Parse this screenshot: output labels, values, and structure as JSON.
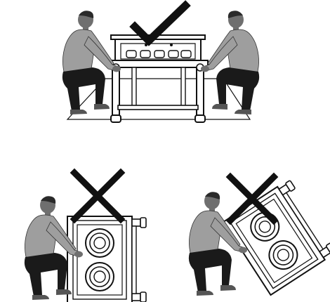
{
  "panels": [
    {
      "id": "correct",
      "verdict": "correct",
      "mark_icon": "checkmark-icon",
      "description_icon": "two-person-level-lift"
    },
    {
      "id": "wrong-vertical",
      "verdict": "incorrect",
      "mark_icon": "cross-icon",
      "description_icon": "unit-on-side-lift"
    },
    {
      "id": "wrong-tilted",
      "verdict": "incorrect",
      "mark_icon": "cross-icon",
      "description_icon": "unit-tilted-lift"
    }
  ],
  "colors": {
    "person_shirt": "#9e9e9e",
    "person_pants": "#1a1a1a",
    "person_skin": "#6f6f6f",
    "line": "#111111",
    "background": "#ffffff"
  }
}
